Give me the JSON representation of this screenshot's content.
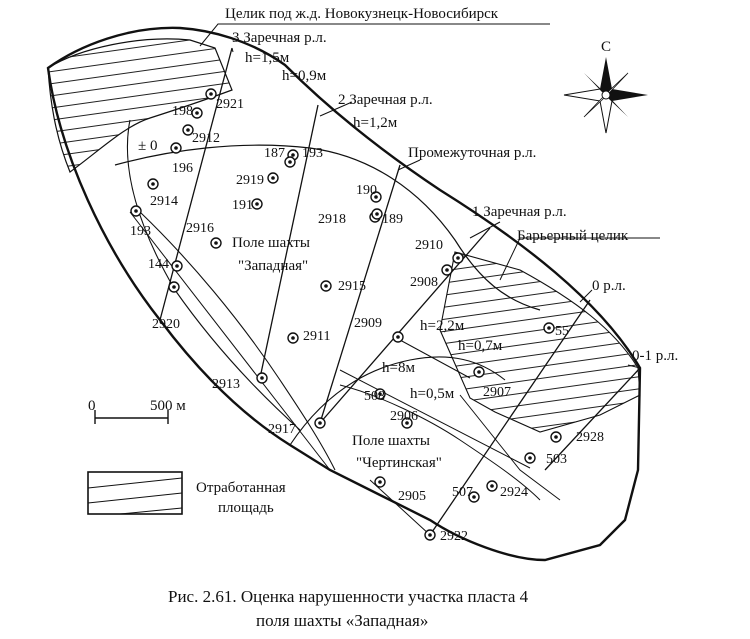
{
  "figure": {
    "caption_line1": "Рис. 2.61. Оценка нарушенности участка пласта 4",
    "caption_line2": "поля шахты «Западная»"
  },
  "labels": {
    "pillar_railway": "Целик под ж.д. Новокузнецк-Новосибирск",
    "line3": "3 Заречная р.л.",
    "h_1_5": "h=1,5м",
    "h_0_9": "h=0,9м",
    "line2": "2 Заречная р.л.",
    "h_1_2": "h=1,2м",
    "line_mid": "Промежуточная р.л.",
    "line1": "1 Заречная р.л.",
    "barrier": "Барьерный целик",
    "line0": "0 р.л.",
    "line0_1": "0-1 р.л.",
    "field_west_1": "Поле шахты",
    "field_west_2": "\"Западная\"",
    "field_cher_1": "Поле шахты",
    "field_cher_2": "\"Чертинская\"",
    "h_2_2": "h=2,2м",
    "h_0_7": "h=0,7м",
    "h_8": "h=8м",
    "h_0_5": "h=0,5м",
    "zero_mark": "± 0",
    "compass_north": "С"
  },
  "scale": {
    "zero": "0",
    "length": "500 м"
  },
  "legend": {
    "mined_1": "Отработанная",
    "mined_2": "площадь"
  },
  "wells": [
    {
      "label": "2921"
    },
    {
      "label": "198"
    },
    {
      "label": "2912"
    },
    {
      "label": "196"
    },
    {
      "label": "2914"
    },
    {
      "label": "193"
    },
    {
      "label": "144"
    },
    {
      "label": "2920"
    },
    {
      "label": "187"
    },
    {
      "label": "193"
    },
    {
      "label": "2919"
    },
    {
      "label": "191"
    },
    {
      "label": "2916"
    },
    {
      "label": "190"
    },
    {
      "label": "2918"
    },
    {
      "label": "189"
    },
    {
      "label": "2910"
    },
    {
      "label": "2908"
    },
    {
      "label": "2915"
    },
    {
      "label": "2909"
    },
    {
      "label": "2911"
    },
    {
      "label": "2913"
    },
    {
      "label": "2917"
    },
    {
      "label": "508"
    },
    {
      "label": "2906"
    },
    {
      "label": "2907"
    },
    {
      "label": "55"
    },
    {
      "label": "2928"
    },
    {
      "label": "503"
    },
    {
      "label": "2924"
    },
    {
      "label": "507"
    },
    {
      "label": "2905"
    },
    {
      "label": "2922"
    }
  ]
}
